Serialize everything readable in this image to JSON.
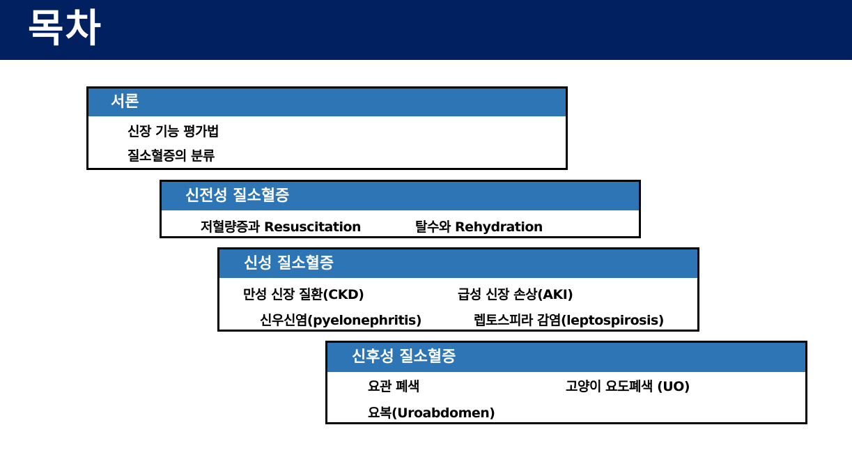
{
  "title": "목차",
  "sections": [
    {
      "heading": "서론",
      "items": [
        "신장 기능 평가법",
        "질소혈증의 분류"
      ]
    },
    {
      "heading": "신전성 질소혈증",
      "items": [
        "저혈량증과 Resuscitation",
        "탈수와 Rehydration"
      ]
    },
    {
      "heading": "신성 질소혈증",
      "items": [
        "만성 신장 질환(CKD)",
        "급성 신장 손상(AKI)",
        "신우신염(pyelonephritis)",
        "렙토스피라 감염(leptospirosis)"
      ]
    },
    {
      "heading": "신후성 질소혈증",
      "items": [
        "요관 폐색",
        "고양이 요도폐색 (UO)",
        "요복(Uroabdomen)"
      ]
    }
  ],
  "colors": {
    "title_bar": "#002060",
    "section_header": "#2e75b6",
    "border": "#000000"
  }
}
